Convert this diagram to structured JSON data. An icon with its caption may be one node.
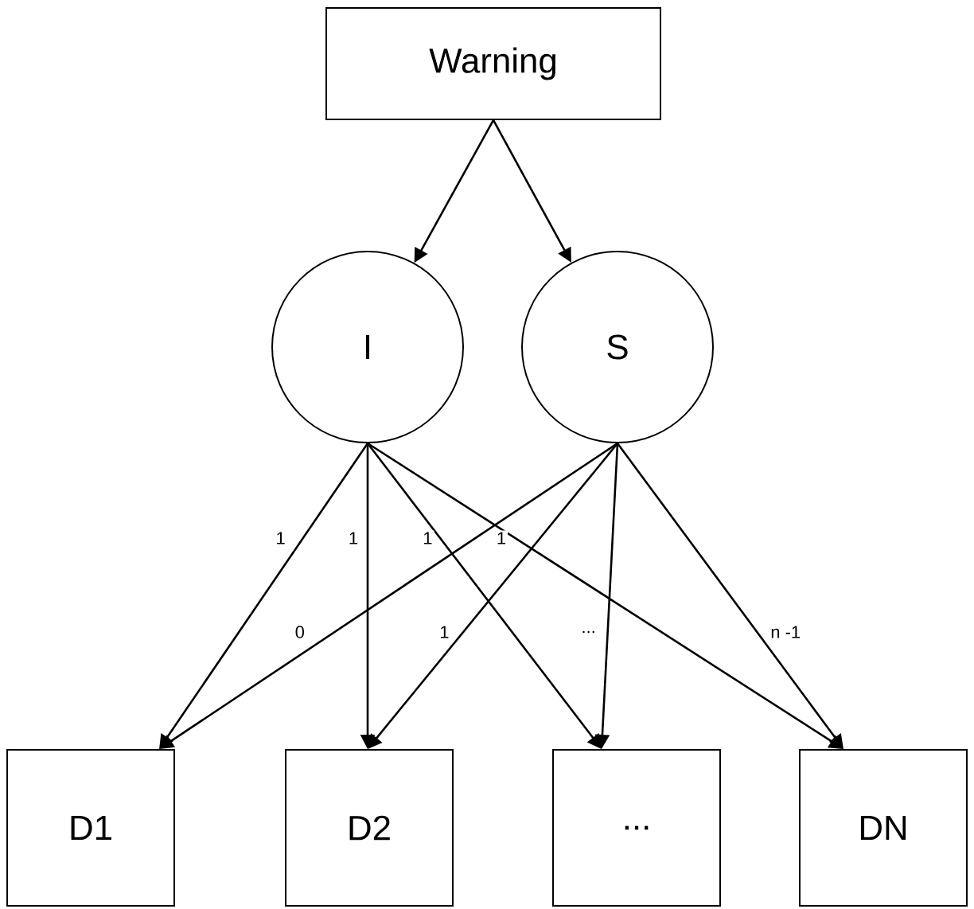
{
  "diagram": {
    "nodes": [
      {
        "text": [
          "Warning"
        ]
      },
      {
        "text": [
          "I"
        ]
      },
      {
        "text": [
          "S"
        ]
      },
      {
        "text": [
          "D1"
        ]
      },
      {
        "text": [
          "D2"
        ]
      },
      {
        "text": [
          "..."
        ]
      },
      {
        "text": [
          "DN"
        ]
      }
    ],
    "edges": [
      {
        "from": 0,
        "to": 1,
        "arrow": "to"
      },
      {
        "from": 0,
        "to": 2,
        "arrow": "to"
      },
      {
        "from": 1,
        "to": 3,
        "arrow": "to",
        "label": "1"
      },
      {
        "from": 1,
        "to": 4,
        "arrow": "to",
        "label": "1"
      },
      {
        "from": 1,
        "to": 5,
        "arrow": "to",
        "label": "1"
      },
      {
        "from": 1,
        "to": 6,
        "arrow": "to",
        "label": "1"
      },
      {
        "from": 2,
        "to": 3,
        "arrow": "to",
        "label": "0"
      },
      {
        "from": 2,
        "to": 4,
        "arrow": "to",
        "label": "1"
      },
      {
        "from": 2,
        "to": 5,
        "arrow": "to",
        "label": "..."
      },
      {
        "from": 2,
        "to": 6,
        "arrow": "to",
        "label": "n -1"
      }
    ]
  }
}
